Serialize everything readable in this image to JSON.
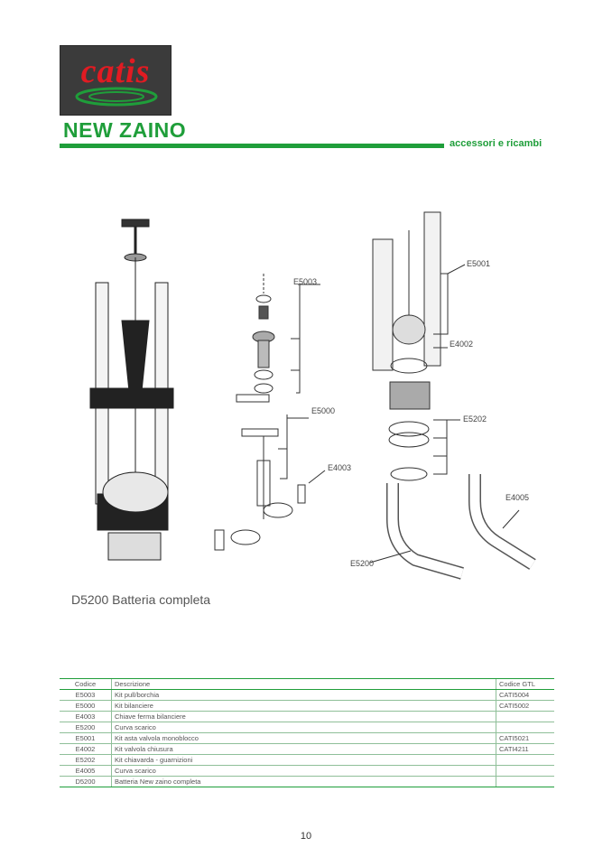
{
  "brand": {
    "logo_text": "catis"
  },
  "header": {
    "title": "NEW ZAINO",
    "subtitle": "accessori e ricambi"
  },
  "figure": {
    "labels": {
      "e5003": "E5003",
      "e5000": "E5000",
      "e4003": "E4003",
      "e5001": "E5001",
      "e4002": "E4002",
      "e5202": "E5202",
      "e4005": "E4005",
      "e5200": "E5200"
    },
    "caption": "D5200 Batteria completa"
  },
  "table": {
    "headers": [
      "Codice",
      "Descrizione",
      "Codice GTL"
    ],
    "rows": [
      [
        "E5003",
        "Kit pull/borchia",
        "CATI5004"
      ],
      [
        "E5000",
        "Kit bilanciere",
        "CATI5002"
      ],
      [
        "E4003",
        "Chiave ferma bilanciere",
        ""
      ],
      [
        "E5200",
        "Curva scarico",
        ""
      ],
      [
        "E5001",
        "Kit asta valvola monoblocco",
        "CATI5021"
      ],
      [
        "E4002",
        "Kit valvola chiusura",
        "CATI4211"
      ],
      [
        "E5202",
        "Kit chiavarda - guarnizioni",
        ""
      ],
      [
        "E4005",
        "Curva scarico",
        ""
      ],
      [
        "D5200",
        "Batteria New zaino completa",
        ""
      ]
    ]
  },
  "footer": {
    "page_number": "10"
  },
  "colors": {
    "brand_green": "#1f9e3a",
    "brand_red": "#e11b22",
    "logo_bg": "#3b3b3b"
  }
}
